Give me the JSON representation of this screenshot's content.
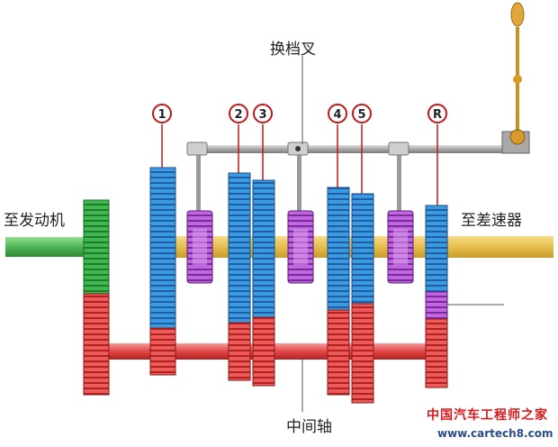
{
  "labels": {
    "shift_fork": "换档叉",
    "to_engine": "至发动机",
    "to_differential": "至差速器",
    "countershaft": "中间轴"
  },
  "gear_numbers": [
    "1",
    "2",
    "3",
    "4",
    "5",
    "R"
  ],
  "watermark": {
    "site_name": "中国汽车工程师之家",
    "url": "www.cartech8.com"
  },
  "colors": {
    "main_gear_blue": "#2f8fd8",
    "counter_gear_red": "#e04848",
    "input_gear_green": "#35a845",
    "synchro_purple": "#b04fd0",
    "output_shaft": "#e8c45a",
    "input_shaft": "#55b85c",
    "counter_shaft": "#e03a3a",
    "selector_rod": "#9a9a9a",
    "shift_lever": "#c7912a"
  }
}
